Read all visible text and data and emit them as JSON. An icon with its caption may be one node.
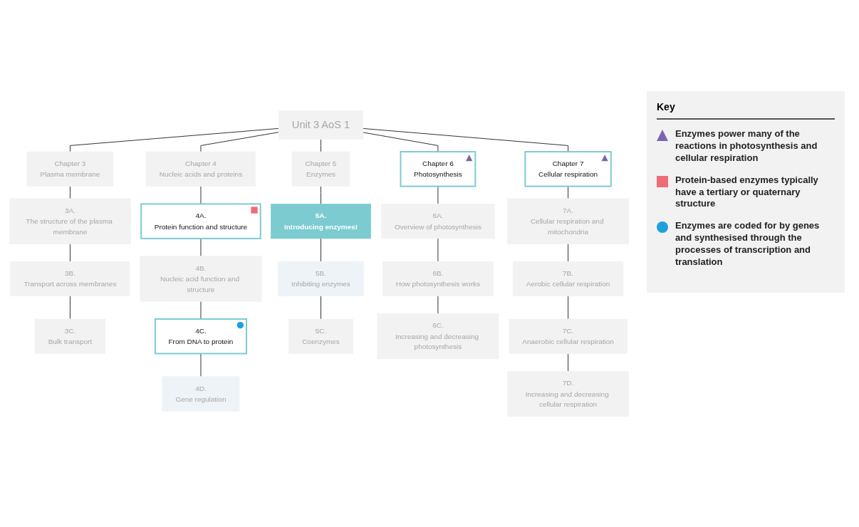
{
  "diagram": {
    "nodes": [
      {
        "text": [
          "Unit 3 AoS 1"
        ]
      },
      {
        "text": [
          "Chapter 3",
          "Plasma membrane"
        ]
      },
      {
        "text": [
          "Chapter 4",
          "Nucleic acids and proteins"
        ]
      },
      {
        "text": [
          "Chapter 5",
          "Enzymes"
        ]
      },
      {
        "text": [
          "Chapter 6",
          "Photosynthesis"
        ]
      },
      {
        "text": [
          "Chapter 7",
          "Cellular respiration"
        ]
      },
      {
        "text": [
          "3A.",
          "The structure of the plasma membrane"
        ]
      },
      {
        "text": [
          "4A.",
          "Protein function and structure"
        ]
      },
      {
        "text": [
          "5A.",
          "Introducing enzymes!"
        ]
      },
      {
        "text": [
          "6A.",
          "Overview of photosynthesis"
        ]
      },
      {
        "text": [
          "7A.",
          "Cellular respiration and mitochondria"
        ]
      },
      {
        "text": [
          "3B.",
          "Transport across membranes"
        ]
      },
      {
        "text": [
          "4B.",
          "Nucleic acid function and structure"
        ]
      },
      {
        "text": [
          "5B.",
          "Inhibiting enzymes"
        ]
      },
      {
        "text": [
          "6B.",
          "How photosynthesis works"
        ]
      },
      {
        "text": [
          "7B.",
          "Aerobic cellular respiration"
        ]
      },
      {
        "text": [
          "3C.",
          "Bulk transport"
        ]
      },
      {
        "text": [
          "4C.",
          "From DNA to protein"
        ]
      },
      {
        "text": [
          "5C.",
          "Coenzymes"
        ]
      },
      {
        "text": [
          "6C.",
          "Increasing and decreasing photosynthesis"
        ]
      },
      {
        "text": [
          "7C.",
          "Anaerobic cellular respiration"
        ]
      },
      {
        "text": [
          "4D.",
          "Gene regulation"
        ]
      },
      {
        "text": [
          "7D.",
          "Increasing and decreasing cellular respiration"
        ]
      }
    ],
    "edges": [
      {
        "from": 0,
        "to": 1,
        "arrow": "none"
      },
      {
        "from": 0,
        "to": 2,
        "arrow": "none"
      },
      {
        "from": 0,
        "to": 3,
        "arrow": "none"
      },
      {
        "from": 0,
        "to": 4,
        "arrow": "none"
      },
      {
        "from": 0,
        "to": 5,
        "arrow": "none"
      },
      {
        "from": 1,
        "to": 6,
        "arrow": "none"
      },
      {
        "from": 2,
        "to": 7,
        "arrow": "none"
      },
      {
        "from": 3,
        "to": 8,
        "arrow": "none"
      },
      {
        "from": 4,
        "to": 9,
        "arrow": "none"
      },
      {
        "from": 5,
        "to": 10,
        "arrow": "none"
      },
      {
        "from": 6,
        "to": 11,
        "arrow": "none"
      },
      {
        "from": 7,
        "to": 12,
        "arrow": "none"
      },
      {
        "from": 8,
        "to": 13,
        "arrow": "none"
      },
      {
        "from": 9,
        "to": 14,
        "arrow": "none"
      },
      {
        "from": 10,
        "to": 15,
        "arrow": "none"
      },
      {
        "from": 11,
        "to": 16,
        "arrow": "none"
      },
      {
        "from": 12,
        "to": 17,
        "arrow": "none"
      },
      {
        "from": 13,
        "to": 18,
        "arrow": "none"
      },
      {
        "from": 14,
        "to": 19,
        "arrow": "none"
      },
      {
        "from": 15,
        "to": 20,
        "arrow": "none"
      },
      {
        "from": 17,
        "to": 21,
        "arrow": "none"
      },
      {
        "from": 20,
        "to": 22,
        "arrow": "none"
      }
    ],
    "labels": [
      "Key"
    ],
    "legend": [
      {
        "text": "Enzymes power many of the reactions in photosynthesis and cellular respiration",
        "color": "#7b65b0"
      },
      {
        "text": "Protein-based enzymes typically have a tertiary or quaternary structure",
        "color": "#ee6b7a"
      },
      {
        "text": "Enzymes are coded for by genes and synthesised through the processes of transcription and translation",
        "color": "#1da1dc"
      }
    ]
  }
}
